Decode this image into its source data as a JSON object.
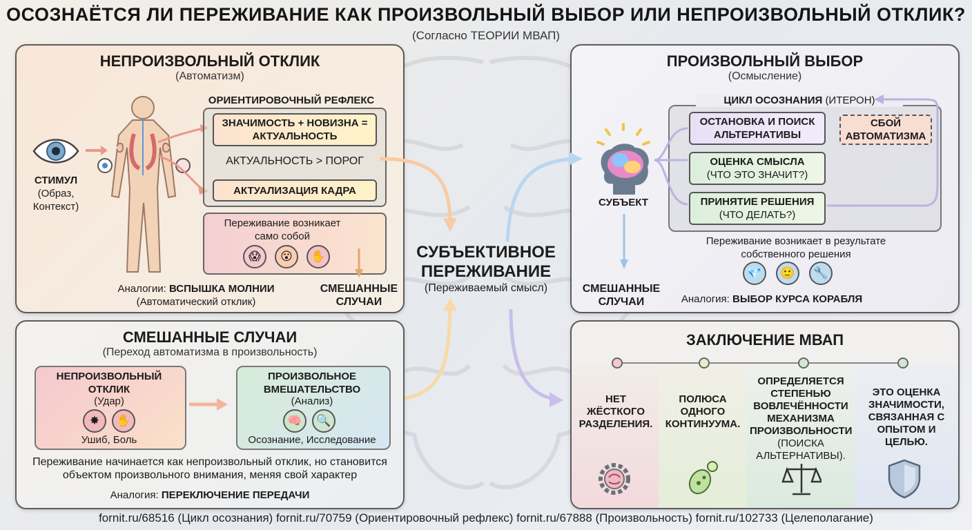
{
  "header": {
    "title": "ОСОЗНАЁТСЯ ЛИ ПЕРЕЖИВАНИЕ КАК ПРОИЗВОЛЬНЫЙ ВЫБОР ИЛИ НЕПРОИЗВОЛЬНЫЙ ОТКЛИК?",
    "subtitle": "(Согласно ТЕОРИИ МВАП)"
  },
  "involuntary": {
    "title": "НЕПРОИЗВОЛЬНЫЙ ОТКЛИК",
    "subtitle": "(Автоматизм)",
    "stimulus_label": "СТИМУЛ",
    "stimulus_sub": "(Образ, Контекст)",
    "reflex_title": "ОРИЕНТИРОВОЧНЫЙ РЕФЛЕКС",
    "box1": "ЗНАЧИМОСТЬ + НОВИЗНА = АКТУАЛЬНОСТЬ",
    "threshold": "АКТУАЛЬНОСТЬ > ПОРОГ",
    "box2": "АКТУАЛИЗАЦИЯ КАДРА",
    "emotion_text": "Переживание возникает само собой",
    "analogy_prefix": "Аналогии:",
    "analogy_bold": "ВСПЫШКА МОЛНИИ",
    "analogy_sub": "(Автоматический отклик)",
    "mixed_label": "СМЕШАННЫЕ СЛУЧАИ"
  },
  "center": {
    "title": "СУБЪЕКТИВНОЕ ПЕРЕЖИВАНИЕ",
    "subtitle": "(Переживаемый смысл)"
  },
  "voluntary": {
    "title": "ПРОИЗВОЛЬНЫЙ ВЫБОР",
    "subtitle": "(Осмысление)",
    "cycle_bold": "ЦИКЛ ОСОЗНАНИЯ",
    "cycle_sub": "(ИТЕРОН)",
    "step1": "ОСТАНОВКА И ПОИСК АЛЬТЕРНАТИВЫ",
    "fail": "СБОЙ АВТОМАТИЗМА",
    "step2_bold": "ОЦЕНКА СМЫСЛА",
    "step2_sub": "(ЧТО ЭТО ЗНАЧИТ?)",
    "step3_bold": "ПРИНЯТИЕ РЕШЕНИЯ",
    "step3_sub": "(ЧТО ДЕЛАТЬ?)",
    "subject_label": "СУБЪЕКТ",
    "result_text": "Переживание возникает в результате собственного решения",
    "mixed_label": "СМЕШАННЫЕ СЛУЧАИ",
    "analogy_prefix": "Аналогия:",
    "analogy_bold": "ВЫБОР КУРСА КОРАБЛЯ"
  },
  "mixed": {
    "title": "СМЕШАННЫЕ СЛУЧАИ",
    "subtitle": "(Переход автоматизма в произвольность)",
    "left_title": "НЕПРОИЗВОЛЬНЫЙ ОТКЛИК",
    "left_sub": "(Удар)",
    "left_caption": "Ушиб, Боль",
    "right_title": "ПРОИЗВОЛЬНОЕ ВМЕШАТЕЛЬСТВО",
    "right_sub": "(Анализ)",
    "right_caption": "Осознание, Исследование",
    "description": "Переживание начинается как непроизвольный отклик, но становится объектом произвольного внимания, меняя свой характер",
    "analogy_prefix": "Аналогия:",
    "analogy_bold": "ПЕРЕКЛЮЧЕНИЕ ПЕРЕДАЧИ"
  },
  "conclusion": {
    "title": "ЗАКЛЮЧЕНИЕ МВАП",
    "col1": "НЕТ ЖЁСТКОГО РАЗДЕЛЕНИЯ.",
    "col2": "ПОЛЮСА ОДНОГО КОНТИНУУМА.",
    "col3_bold": "ОПРЕДЕЛЯЕТСЯ СТЕПЕНЬЮ ВОВЛЕЧЁННОСТИ МЕХАНИЗМА ПРОИЗВОЛЬНОСТИ",
    "col3_sub": "(ПОИСКА АЛЬТЕРНАТИВЫ).",
    "col4": "ЭТО ОЦЕНКА ЗНАЧИМОСТИ, СВЯЗАННАЯ С ОПЫТОМ И ЦЕЛЬЮ."
  },
  "footer": {
    "links": "fornit.ru/68516 (Цикл осознания)  fornit.ru/70759 (Ориентировочный рефлекс)  fornit.ru/67888 (Произвольность)  fornit.ru/102733 (Целеполагание)"
  },
  "icons": {
    "eye": "eye-icon",
    "body": "human-body-icon",
    "brain": "brain-icon",
    "gear_brain": "gear-brain-icon",
    "microbe": "microbe-icon",
    "scales": "scales-icon",
    "shield": "shield-icon"
  },
  "colors": {
    "pink": "#f4c9cf",
    "green": "#d7ecd7",
    "lilac": "#e4dcf3",
    "orange": "#f8d9b8",
    "blue": "#bfdcef"
  }
}
